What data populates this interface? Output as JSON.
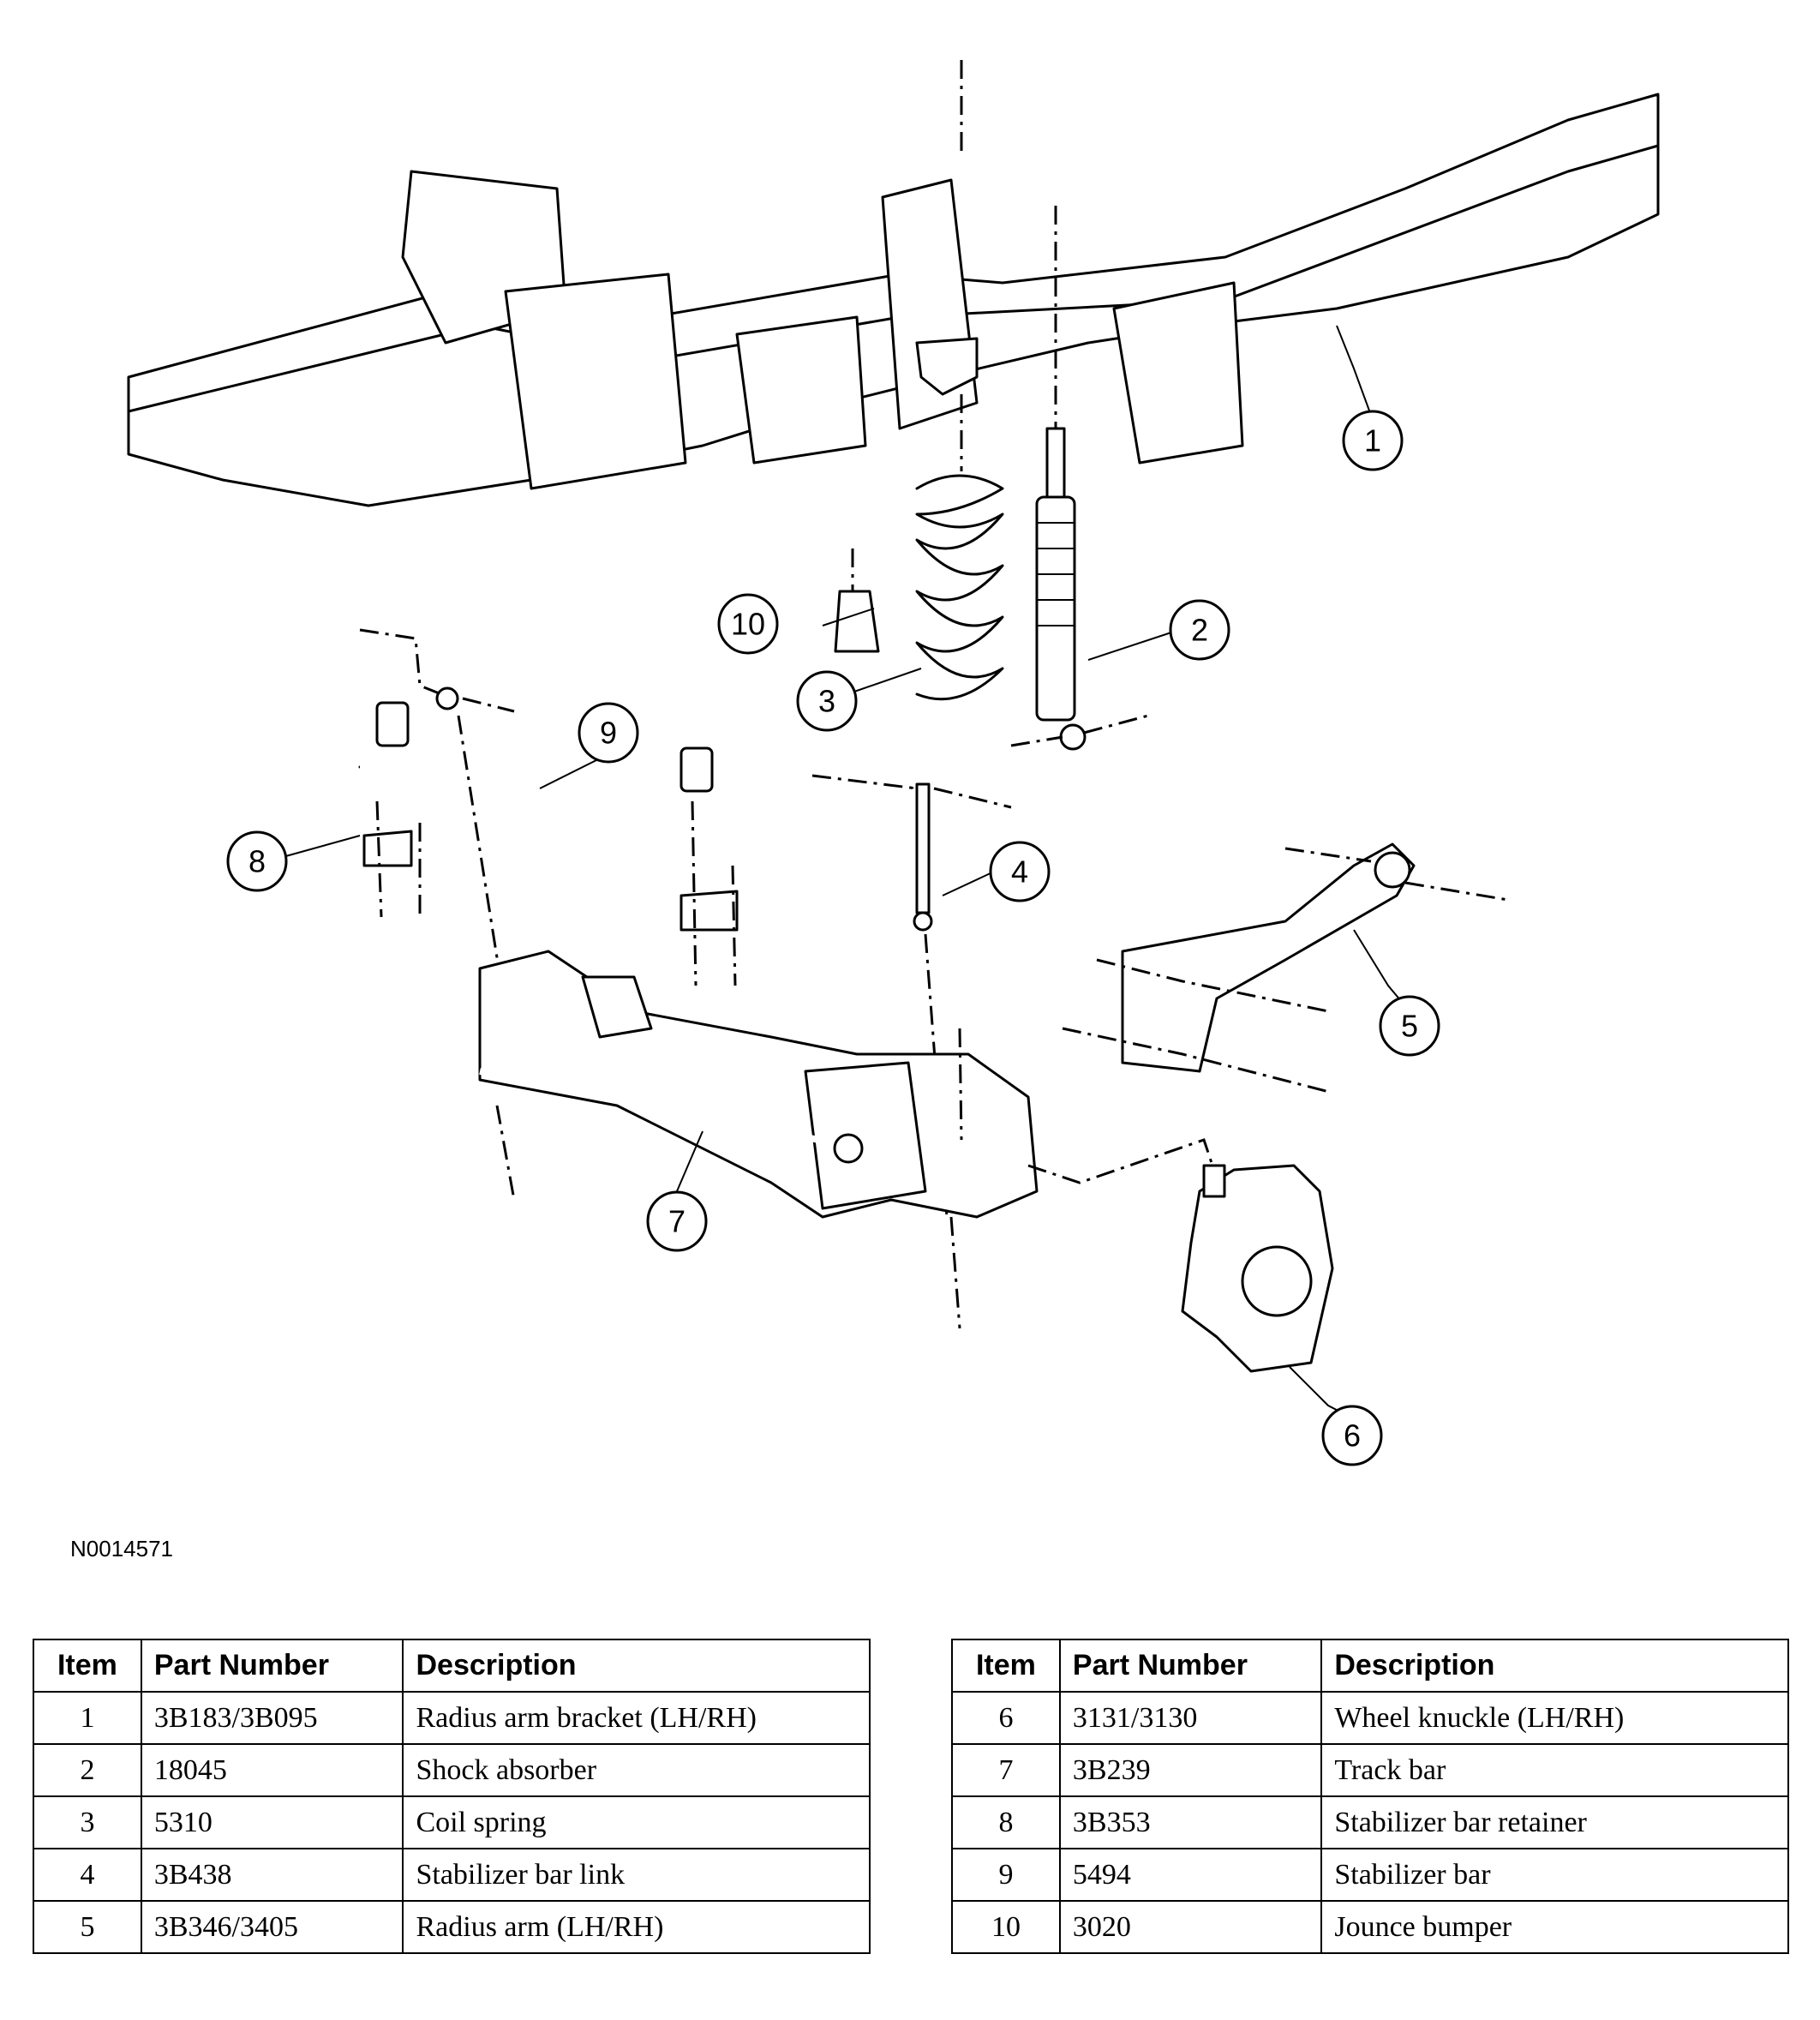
{
  "figure_id": "N0014571",
  "callouts": [
    "1",
    "2",
    "3",
    "4",
    "5",
    "6",
    "7",
    "8",
    "9",
    "10"
  ],
  "table_headers": {
    "item": "Item",
    "part_number": "Part Number",
    "description": "Description"
  },
  "parts_left": [
    {
      "item": "1",
      "part_number": "3B183/3B095",
      "description": "Radius arm bracket (LH/RH)"
    },
    {
      "item": "2",
      "part_number": "18045",
      "description": "Shock absorber"
    },
    {
      "item": "3",
      "part_number": "5310",
      "description": "Coil spring"
    },
    {
      "item": "4",
      "part_number": "3B438",
      "description": "Stabilizer bar link"
    },
    {
      "item": "5",
      "part_number": "3B346/3405",
      "description": "Radius arm (LH/RH)"
    }
  ],
  "parts_right": [
    {
      "item": "6",
      "part_number": "3131/3130",
      "description": "Wheel knuckle (LH/RH)"
    },
    {
      "item": "7",
      "part_number": "3B239",
      "description": "Track bar"
    },
    {
      "item": "8",
      "part_number": "3B353",
      "description": "Stabilizer bar retainer"
    },
    {
      "item": "9",
      "part_number": "5494",
      "description": "Stabilizer bar"
    },
    {
      "item": "10",
      "part_number": "3020",
      "description": "Jounce bumper"
    }
  ]
}
